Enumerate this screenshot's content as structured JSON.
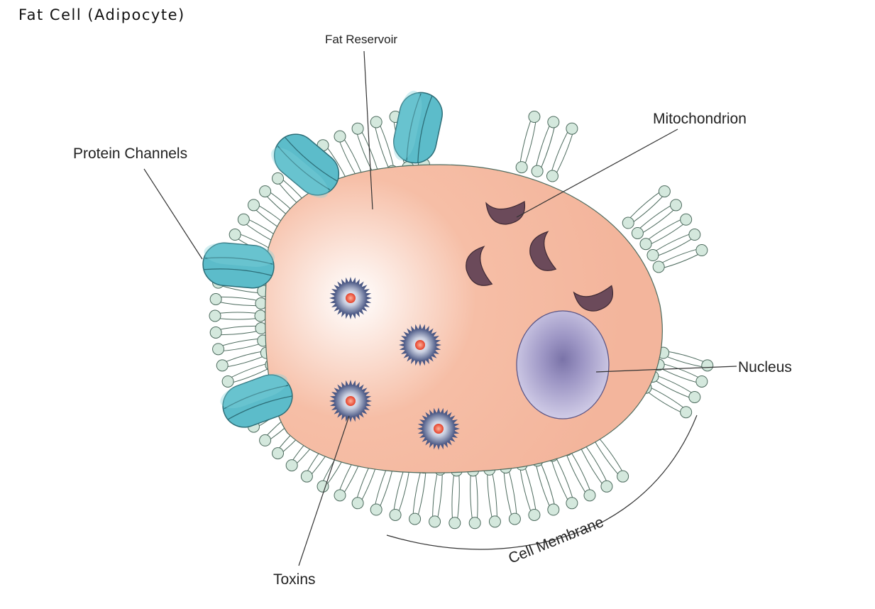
{
  "title": "Fat Cell (Adipocyte)",
  "labels": {
    "fat_reservoir": "Fat Reservoir",
    "mitochondrion": "Mitochondrion",
    "protein_channels": "Protein Channels",
    "nucleus": "Nucleus",
    "toxins": "Toxins",
    "cell_membrane": "Cell Membrane"
  },
  "colors": {
    "cytoplasm": "#f6bea6",
    "cytoplasm_highlight": "#ffffff",
    "phospholipid_head": "#d4e8dd",
    "phospholipid_outline": "#4d6b5e",
    "protein_channel": "#5cbcca",
    "protein_channel_dark": "#3e97a5",
    "mitochondrion": "#6b4a5a",
    "nucleus": "#c9c4e2",
    "nucleolus": "#7a73a8",
    "toxin_outer": "#4d5a86",
    "toxin_core": "#e4402a"
  }
}
